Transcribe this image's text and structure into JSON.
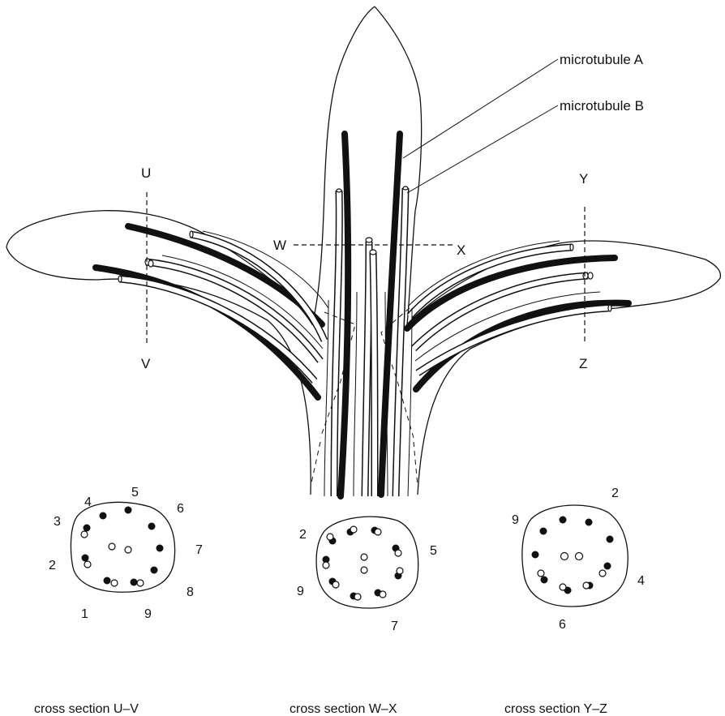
{
  "labels": {
    "microtubule_a": "microtubule A",
    "microtubule_b": "microtubule B",
    "u": "U",
    "v": "V",
    "w": "W",
    "x": "X",
    "y": "Y",
    "z": "Z"
  },
  "cross_sections": [
    {
      "caption": "cross section U–V",
      "numbers": [
        "4",
        "5",
        "6",
        "3",
        "7",
        "2",
        "8",
        "1",
        "9"
      ]
    },
    {
      "caption": "cross section W–X",
      "numbers": [
        "2",
        "5",
        "9",
        "7"
      ]
    },
    {
      "caption": "cross section Y–Z",
      "numbers": [
        "2",
        "9",
        "4",
        "6"
      ]
    }
  ],
  "colors": {
    "ink": "#111111",
    "paper": "#ffffff"
  }
}
